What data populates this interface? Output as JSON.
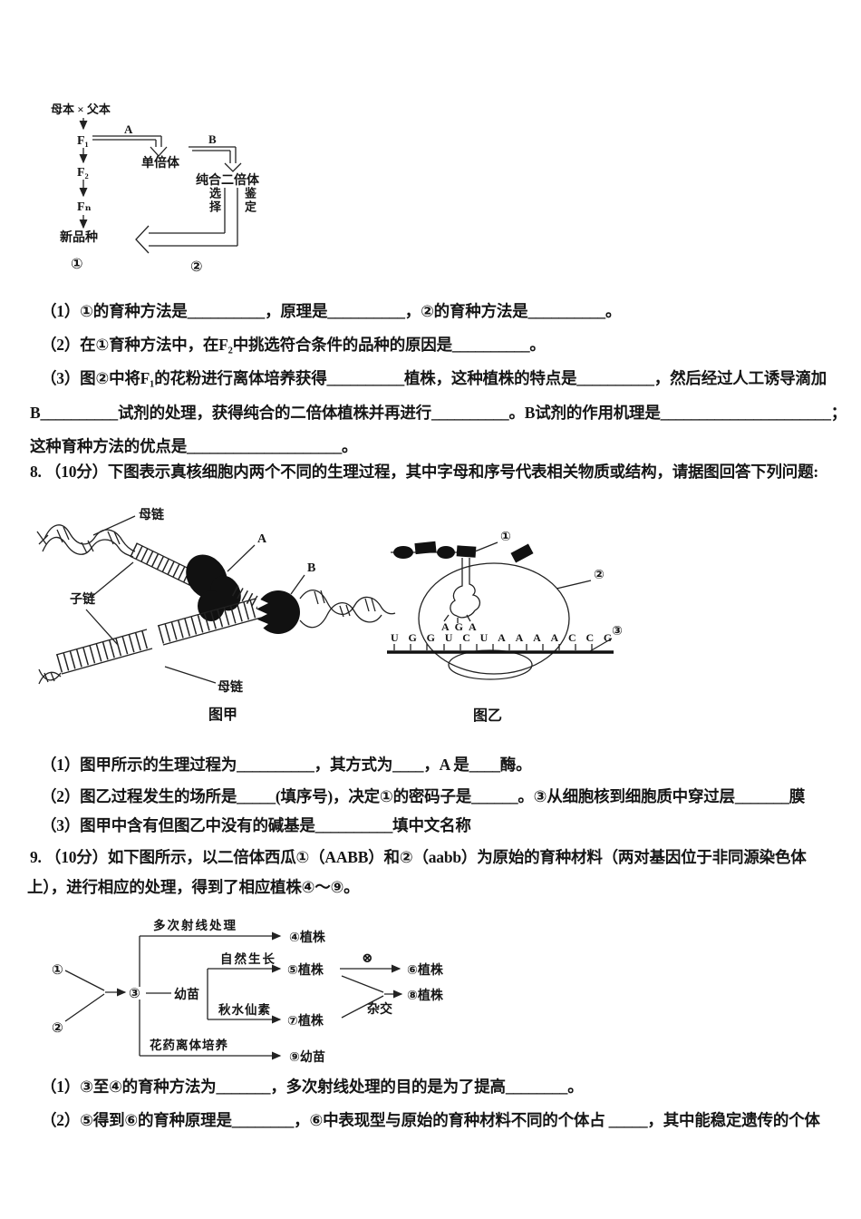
{
  "page": {
    "background": "#ffffff",
    "text_color": "#151515"
  },
  "q7": {
    "diagram": {
      "cross": "母本 × 父本",
      "f1": "F₁",
      "f2": "F₂",
      "fn": "Fₙ",
      "new_variety": "新品种",
      "label_a": "A",
      "label_b": "B",
      "haploid": "单倍体",
      "pure_diploid": "纯合二倍体",
      "select": "选择",
      "identify": "鉴定",
      "num1": "①",
      "num2": "②"
    },
    "lines": [
      "（1）①的育种方法是__________，原理是__________，②的育种方法是__________。",
      "（2）在①育种方法中，在F₂中挑选符合条件的品种的原因是__________。",
      "（3）图②中将F₁的花粉进行离体培养获得__________植株，这种植株的特点是__________，然后经过人工诱导滴加",
      "B__________试剂的处理，获得纯合的二倍体植株并再进行__________。B试剂的作用机理是______________________；",
      "这种育种方法的优点是____________________。"
    ]
  },
  "q8": {
    "heading": "8. （10分）下图表示真核细胞内两个不同的生理过程，其中字母和序号代表相关物质或结构，请据图回答下列问题:",
    "fig_jia": {
      "mother_top": "母链",
      "daughter": "子链",
      "mother_bottom": "母链",
      "label_a": "A",
      "label_b": "B",
      "caption": "图甲"
    },
    "fig_yi": {
      "num1": "①",
      "num2": "②",
      "num3": "③",
      "anticodon": "AGA",
      "mrna": "UGGUCUAAAACCG",
      "caption": "图乙"
    },
    "lines": [
      "（1）图甲所示的生理过程为__________，其方式为____，A 是____酶。",
      "（2）图乙过程发生的场所是_____(填序号)，决定①的密码子是______。③从细胞核到细胞质中穿过层_______膜",
      "（3）图甲中含有但图乙中没有的碱基是__________填中文名称"
    ]
  },
  "q9": {
    "heading_line1": "9. （10分）如下图所示，以二倍体西瓜①（AABB）和②（aabb）为原始的育种材料（两对基因位于非同源染色体",
    "heading_line2": "上），进行相应的处理，得到了相应植株④～⑨。",
    "diagram": {
      "num1": "①",
      "num2": "②",
      "num3": "③",
      "ray": "多次射线处理",
      "plant4": "④植株",
      "natural": "自然生长",
      "plant5": "⑤植株",
      "selfing": "⊗",
      "plant6": "⑥植株",
      "seedling": "幼苗",
      "colchicine": "秋水仙素",
      "plant7": "⑦植株",
      "hybrid": "杂交",
      "plant8": "⑧植株",
      "anther": "花药离体培养",
      "seedling9": "⑨幼苗"
    },
    "lines": [
      "（1）③至④的育种方法为_______，多次射线处理的目的是为了提高________。",
      "（2）⑤得到⑥的育种原理是________，⑥中表现型与原始的育种材料不同的个体占 _____，其中能稳定遗传的个体"
    ]
  }
}
